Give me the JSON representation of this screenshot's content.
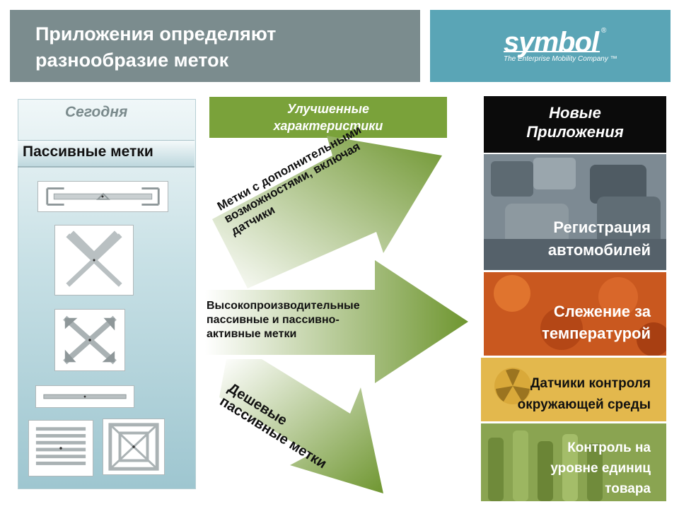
{
  "title": "Приложения определяют\nразнообразие меток",
  "logo": {
    "word": "symbol",
    "reg": "®",
    "tagline": "The Enterprise Mobility Company ™"
  },
  "today": {
    "heading": "Сегодня",
    "passive_label": "Пассивные метки"
  },
  "improved": "Улучшенные\nхарактеристики",
  "arrows": {
    "upper": "Метки с дополнительными\nвозможностями, включая\nдатчики",
    "middle": "Высокопроизводительные\nпассивные и пассивно-\nактивные метки",
    "lower": "Дешевые\nпассивные метки"
  },
  "new_apps": {
    "heading": "Новые\nПриложения",
    "tiles": [
      {
        "label": "Регистрация\nавтомобилей"
      },
      {
        "label": "Слежение за\nтемпературой"
      },
      {
        "label": "Датчики контроля\nокружающей среды"
      },
      {
        "label": "Контроль на\nуровне единиц\nтовара"
      }
    ]
  },
  "colors": {
    "title_bar": "#7b8c8e",
    "logo_box": "#5aa5b6",
    "green": "#7aa23a",
    "orange": "#c7561f",
    "gold": "#e3b84d"
  }
}
